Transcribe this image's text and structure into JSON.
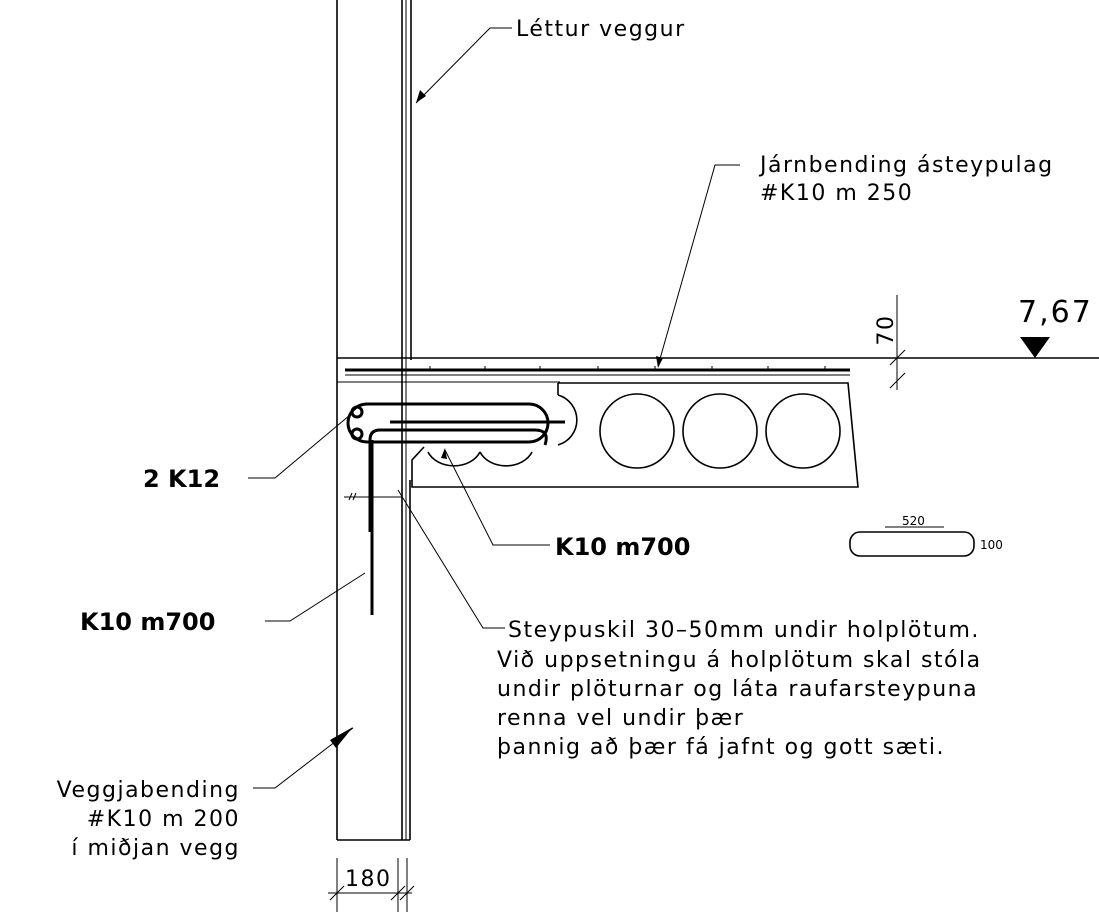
{
  "labels": {
    "lettur_veggur": "Léttur veggur",
    "jarnbending_1": "Járnbending ásteypulag",
    "jarnbending_2": "#K10 m 250",
    "dim_70": "70",
    "elevation": "7,67",
    "bar_2k12": "2 K12",
    "bar_k10_mid": "K10 m700",
    "shape_len": "520",
    "shape_h": "100",
    "bar_k10_left": "K10 m700",
    "note_1": "Steypuskil 30–50mm undir holplötum.",
    "note_2": "Við uppsetningu á holplötum skal stóla",
    "note_3": "undir plöturnar og láta raufarsteypuna",
    "note_4": "renna vel undir þær",
    "note_5": "þannig að þær fá jafnt og gott sæti.",
    "vegg_1": "Veggjabending",
    "vegg_2": "#K10 m 200",
    "vegg_3": "í miðjan vegg",
    "dim_180": "180"
  }
}
